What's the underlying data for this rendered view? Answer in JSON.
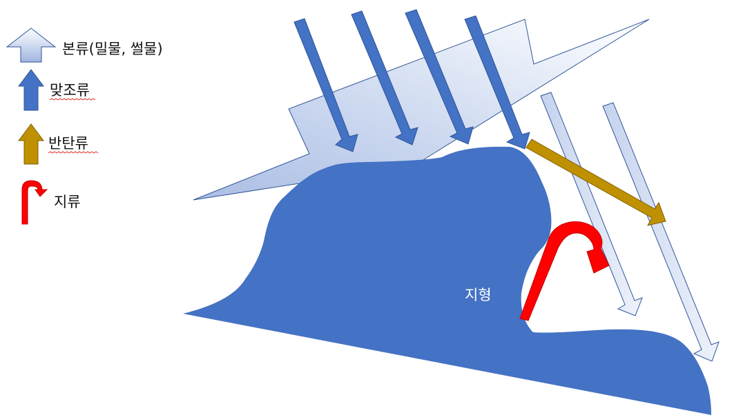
{
  "legend": {
    "main_current": "본류(밀물, 썰물)",
    "counter_current": "맞조류",
    "reflected_current": "반탄류",
    "eddy_current": "지류"
  },
  "terrain_label": "지형",
  "colors": {
    "terrain": "#4472c4",
    "counter_arrow": "#4472c4",
    "counter_arrow_border": "#2f5597",
    "main_light": "#f4f7fc",
    "main_dark": "#98b0df",
    "main_border": "#2f5597",
    "reflected": "#bf9000",
    "reflected_border": "#7f6000",
    "eddy": "#ff0000",
    "eddy_border": "#c00000",
    "light_arrow": "#e6ecf8",
    "light_arrow_dark": "#b4c5e7"
  }
}
